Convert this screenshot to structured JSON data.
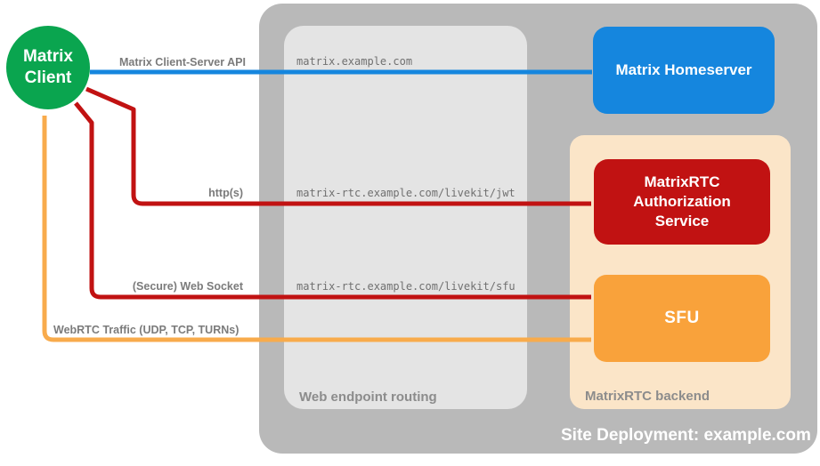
{
  "colors": {
    "green": "#0aa54f",
    "blue": "#1586de",
    "red": "#c11212",
    "orange": "#f9a23b",
    "orange-arrow": "#f8ab4c",
    "peach": "#fbe5c8",
    "container-gray": "#b9b9b9",
    "panel-gray": "#e4e4e4",
    "label-gray": "#8c8c8c",
    "arrow-label-gray": "#7b7b7b",
    "mono-gray": "#707070"
  },
  "nodes": {
    "client": {
      "line1": "Matrix",
      "line2": "Client"
    },
    "homeserver": {
      "label": "Matrix Homeserver"
    },
    "auth": {
      "line1": "MatrixRTC",
      "line2": "Authorization",
      "line3": "Service"
    },
    "sfu": {
      "label": "SFU"
    }
  },
  "containers": {
    "site": {
      "label": "Site Deployment: example.com"
    },
    "routing": {
      "label": "Web endpoint routing"
    },
    "backend": {
      "label": "MatrixRTC backend"
    }
  },
  "endpoints": {
    "homeserver": "matrix.example.com",
    "jwt": "matrix-rtc.example.com/livekit/jwt",
    "sfu": "matrix-rtc.example.com/livekit/sfu"
  },
  "arrows": {
    "client_server_api": "Matrix Client-Server API",
    "https": "http(s)",
    "websocket": "(Secure) Web Socket",
    "webrtc": "WebRTC Traffic (UDP, TCP, TURNs)"
  }
}
